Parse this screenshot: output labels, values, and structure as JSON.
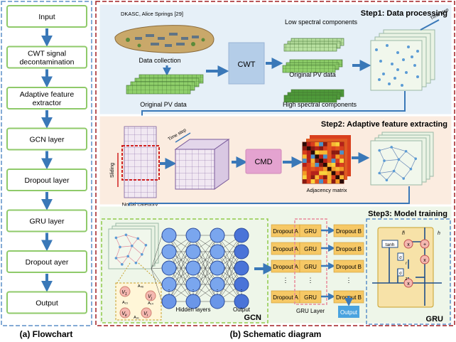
{
  "flowchart": {
    "steps": [
      "Input",
      "CWT signal decontamination",
      "Adaptive feature extractor",
      "GCN layer",
      "Dropout layer",
      "GRU layer",
      "Dropout ayer",
      "Output"
    ],
    "caption": "(a) Flowchart"
  },
  "schematic": {
    "caption": "(b) Schematic diagram",
    "step1": {
      "title": "Step1: Data processing",
      "source": "DKASC, Alice Springs [29]",
      "data_collection": "Data collection",
      "original_pv_left": "Original PV data",
      "cwt": "CWT",
      "low_spectral": "Low spectral components",
      "original_pv_mid": "Original PV data",
      "high_spectral": "High spectral components",
      "time_step": "Time step"
    },
    "step2": {
      "title": "Step2: Adaptive  feature extracting",
      "sliding": "Sliding",
      "time_step": "Time step",
      "nodal_category": "Nodal category",
      "cmd": "CMD",
      "adjacency": "Adjacency matrix"
    },
    "step3": {
      "title": "Step3: Model training",
      "dropout_a": [
        "Dropout A",
        "Dropout A",
        "Dropout A",
        "Dropout A"
      ],
      "gru_cells": [
        "GRU",
        "GRU",
        "GRU",
        "GRU"
      ],
      "dropout_b": [
        "Dropout B",
        "Dropout B",
        "Dropout B",
        "Dropout B"
      ],
      "ellipsis": "⋮",
      "gru_layer": "GRU Layer",
      "output_btn": "Output",
      "hidden_layers": "Hidden layers",
      "output_label": "Output",
      "gcn": "GCN",
      "gru": "GRU",
      "nodes": [
        "V",
        "V",
        "V",
        "V"
      ],
      "node_subs": [
        "1",
        "j",
        "k",
        "i"
      ],
      "edges": [
        "A₄₆",
        "A₂₃",
        "A₁₄",
        "A₃₁"
      ],
      "cell": {
        "tanh": "tanh",
        "x": "x",
        "plus": "+",
        "h_tilde": "h̃",
        "r": "r",
        "z": "z",
        "sigma": "σ",
        "h": "h"
      }
    }
  },
  "colors": {
    "flow_border": "#5b8fc7",
    "box_border": "#8fca6a",
    "arrow": "#3a78b8",
    "red_border": "#a21e22",
    "step1_bg": "#e6f0f8",
    "step2_bg": "#fbece0",
    "step3_bg": "#eef6e9",
    "dropout_fill": "#f6c865",
    "gru_fill": "#f6c865",
    "cwt_fill": "#b4cde8",
    "cmd_fill": "#e4a3d0"
  }
}
